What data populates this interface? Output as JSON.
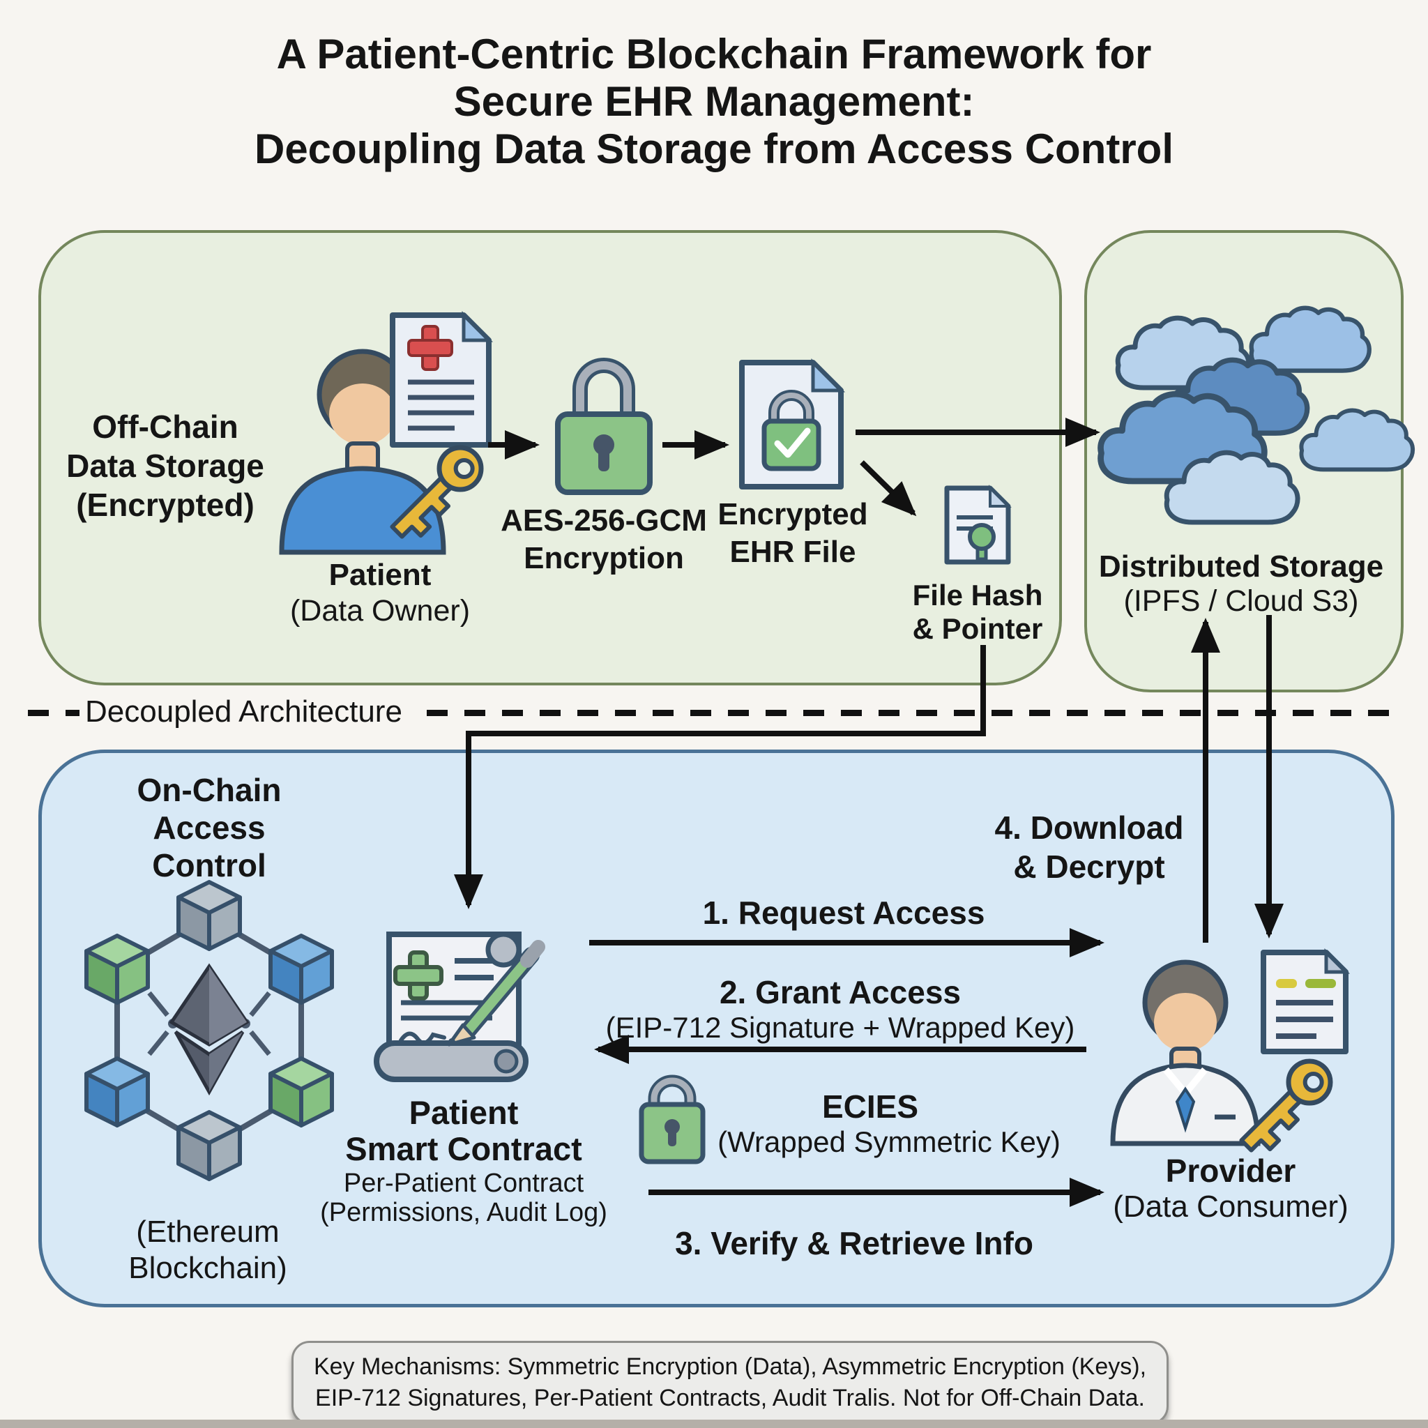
{
  "title": {
    "line1": "A Patient-Centric Blockchain Framework for",
    "line2": "Secure EHR Management:",
    "line3": "Decoupling Data Storage from Access Control"
  },
  "offchain": {
    "label1": "Off-Chain",
    "label2": "Data Storage",
    "label3": "(Encrypted)",
    "patient": {
      "name": "Patient",
      "role": "(Data Owner)"
    },
    "encryption": {
      "line1": "AES-256-GCM",
      "line2": "Encryption"
    },
    "ehr": {
      "line1": "Encrypted",
      "line2": "EHR File"
    },
    "hash": {
      "line1": "File Hash",
      "line2": "& Pointer"
    }
  },
  "storage": {
    "line1": "Distributed Storage",
    "line2": "(IPFS / Cloud S3)"
  },
  "divider": {
    "label": "Decoupled Architecture"
  },
  "onchain": {
    "label1": "On-Chain",
    "label2": "Access",
    "label3": "Control",
    "eth": {
      "line1": "(Ethereum",
      "line2": "Blockchain)"
    },
    "contract": {
      "t1": "Patient",
      "t2": "Smart Contract",
      "s1": "Per-Patient Contract",
      "s2": "(Permissions, Audit Log)"
    },
    "flows": {
      "step1": "1. Request Access",
      "step2": "2. Grant Access",
      "step2_sub": "(EIP-712 Signature + Wrapped Key)",
      "ecies": "ECIES",
      "ecies_sub": "(Wrapped Symmetric Key)",
      "step3": "3. Verify & Retrieve Info",
      "step4a": "4. Download",
      "step4b": "& Decrypt"
    },
    "provider": {
      "name": "Provider",
      "role": "(Data Consumer)"
    }
  },
  "footer": {
    "line1": "Key Mechanisms: Symmetric Encryption (Data), Asymmetric Encryption (Keys),",
    "line2": "EIP-712 Signatures, Per-Patient Contracts, Audit Tralis. Not for Off-Chain Data."
  },
  "palette": {
    "offchain_box": "#e8efe0",
    "offchain_border": "#74875c",
    "onchain_box": "#d8e9f6",
    "onchain_border": "#4a7296",
    "footer_bg": "#ececea",
    "arrow": "#111111",
    "lock_green": "#8cc487",
    "key_gold": "#e8b83a",
    "cloud_blue": "#6f9fd1",
    "cube_green": "#86c182",
    "cube_blue": "#62a0d6",
    "cube_gray": "#a4b0ba",
    "shirt_blue": "#4a8fd4",
    "text": "#151515"
  }
}
